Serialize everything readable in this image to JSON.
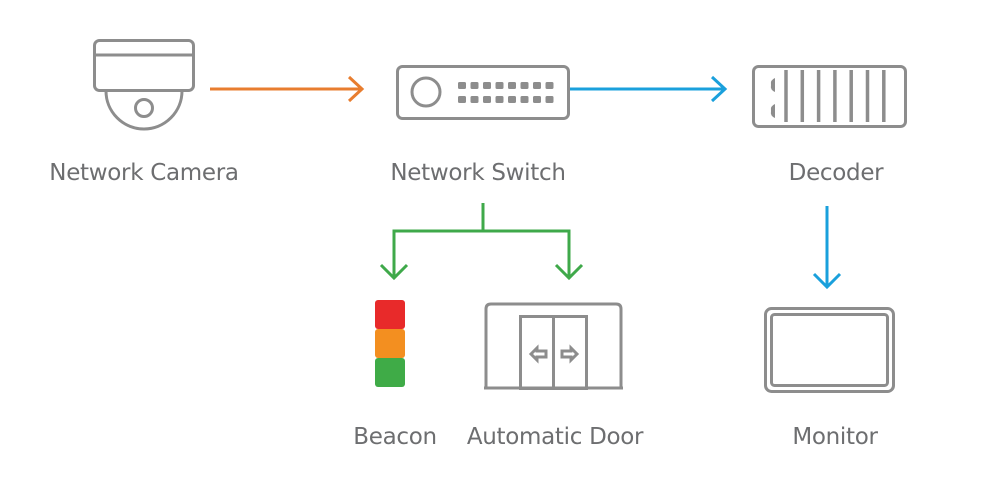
{
  "colors": {
    "icon": "#8d8d8d",
    "text": "#6d6e70",
    "arrow_camera_to_switch": "#e87d2f",
    "arrow_switch_to_decoder": "#1aa0dc",
    "arrow_decoder_to_monitor": "#1aa0dc",
    "arrow_switch_to_outputs": "#3fa94a",
    "beacon_red": "#e82a2a",
    "beacon_orange": "#f38f20",
    "beacon_green": "#3fab47"
  },
  "nodes": {
    "camera": {
      "label": "Network Camera",
      "icon": "dome-camera-icon"
    },
    "switch": {
      "label": "Network Switch",
      "icon": "network-switch-icon"
    },
    "decoder": {
      "label": "Decoder",
      "icon": "decoder-icon"
    },
    "beacon": {
      "label": "Beacon",
      "icon": "beacon-light-icon"
    },
    "door": {
      "label": "Automatic Door",
      "icon": "sliding-door-icon"
    },
    "monitor": {
      "label": "Monitor",
      "icon": "monitor-icon"
    }
  },
  "connections": [
    {
      "from": "Network Camera",
      "to": "Network Switch",
      "color": "orange"
    },
    {
      "from": "Network Switch",
      "to": "Decoder",
      "color": "blue"
    },
    {
      "from": "Decoder",
      "to": "Monitor",
      "color": "blue"
    },
    {
      "from": "Network Switch",
      "to": "Beacon",
      "color": "green"
    },
    {
      "from": "Network Switch",
      "to": "Automatic Door",
      "color": "green"
    }
  ]
}
